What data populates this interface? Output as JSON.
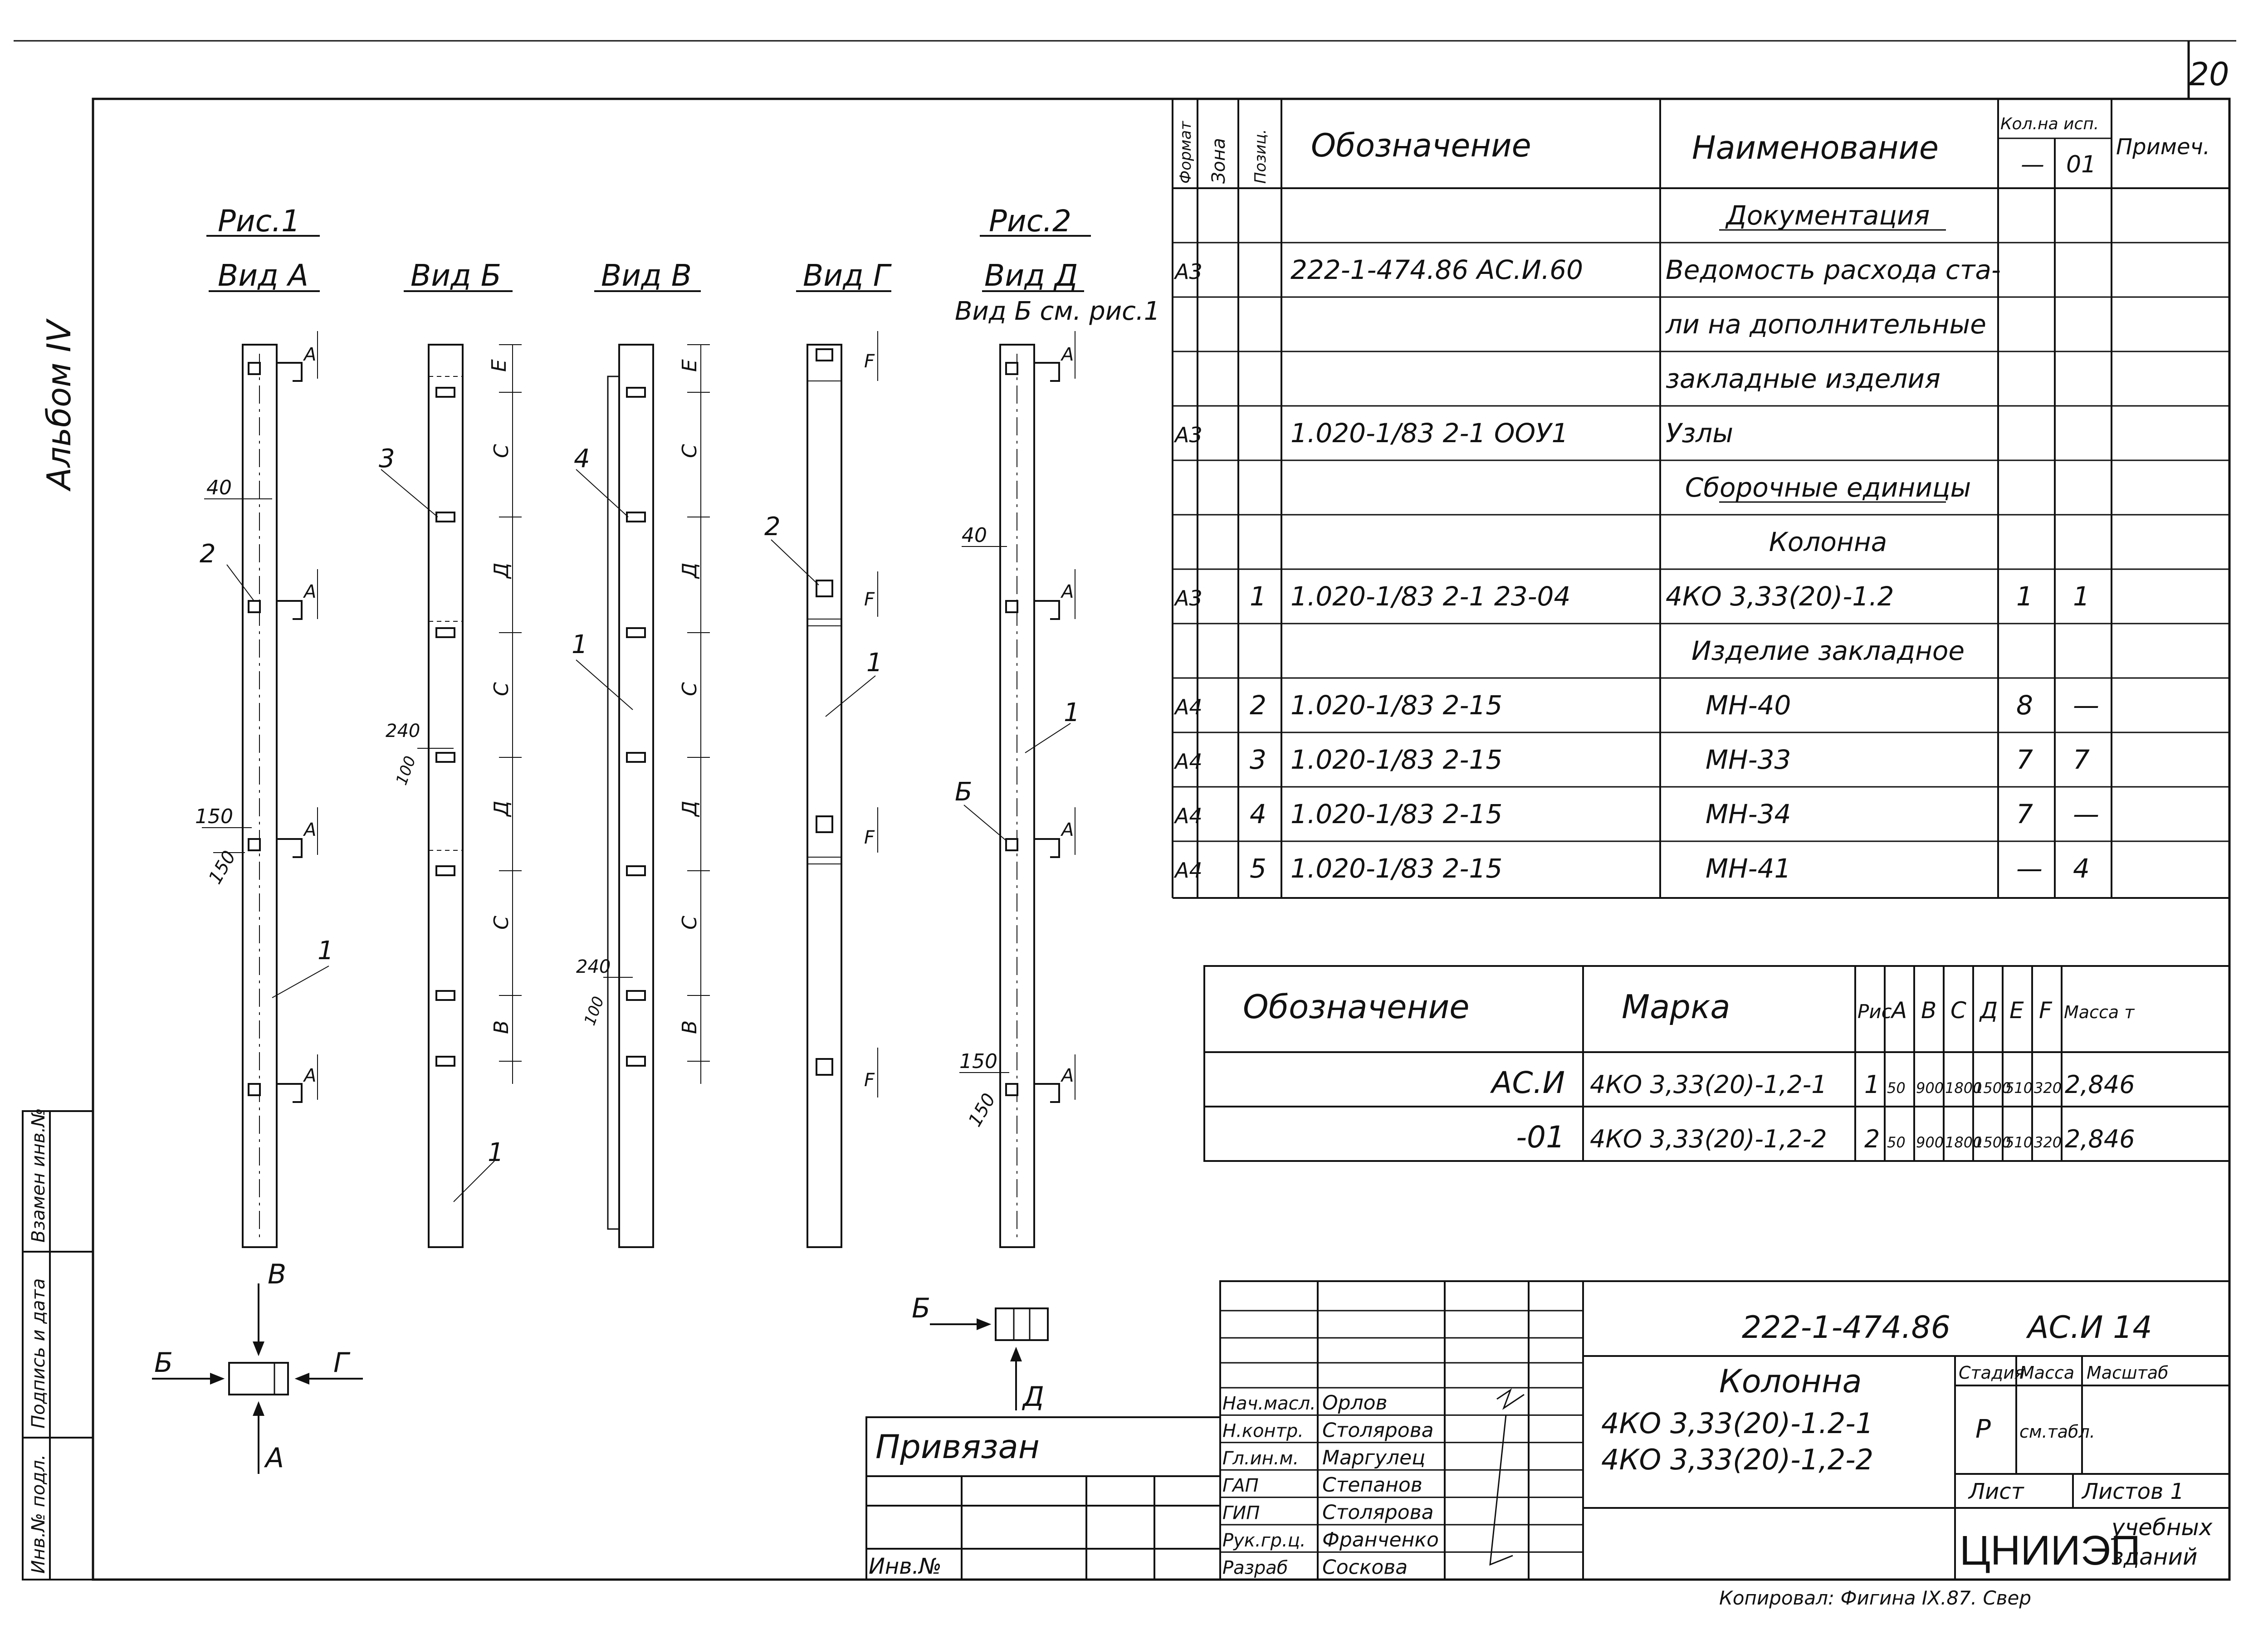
{
  "sheet_number": "20",
  "album": "Альбом IV",
  "figures": {
    "fig1": "Рис.1",
    "fig2": "Рис.2",
    "view_a": "Вид А",
    "view_b": "Вид Б",
    "view_v": "Вид В",
    "view_g": "Вид Г",
    "view_d": "Вид Д",
    "view_d_note": "Вид Б см. рис.1"
  },
  "dims": {
    "d40": "40",
    "d150": "150",
    "d240": "240",
    "d100": "100",
    "lA": "А",
    "lB": "В",
    "lC": "С",
    "lD": "Д",
    "lE": "Е",
    "lF": "F"
  },
  "positions": {
    "p1": "1",
    "p2": "2",
    "p3": "3",
    "p4": "4",
    "pB": "Б"
  },
  "plan_arrows": {
    "b": "Б",
    "g": "Г",
    "a": "А",
    "v": "В",
    "d": "Д"
  },
  "spec": {
    "headers": {
      "format": "Формат",
      "zone": "Зона",
      "pos": "Позиц.",
      "designation": "Обозначение",
      "name": "Наименование",
      "qty": "Кол.на исп.",
      "qty_dash": "—",
      "qty_01": "01",
      "note": "Примеч."
    },
    "rows": [
      {
        "format": "",
        "pos": "",
        "designation": "",
        "name": "Документация",
        "q1": "",
        "q2": ""
      },
      {
        "format": "А3",
        "pos": "",
        "designation": "222-1-474.86 АС.И.60",
        "name": "Ведомость расхода ста-",
        "q1": "",
        "q2": ""
      },
      {
        "format": "",
        "pos": "",
        "designation": "",
        "name": "ли на дополнительные",
        "q1": "",
        "q2": ""
      },
      {
        "format": "",
        "pos": "",
        "designation": "",
        "name": "закладные изделия",
        "q1": "",
        "q2": ""
      },
      {
        "format": "А3",
        "pos": "",
        "designation": "1.020-1/83 2-1 ООУ1",
        "name": "Узлы",
        "q1": "",
        "q2": ""
      },
      {
        "format": "",
        "pos": "",
        "designation": "",
        "name": "Сборочные единицы",
        "q1": "",
        "q2": ""
      },
      {
        "format": "",
        "pos": "",
        "designation": "",
        "name": "Колонна",
        "q1": "",
        "q2": ""
      },
      {
        "format": "А3",
        "pos": "1",
        "designation": "1.020-1/83 2-1 23-04",
        "name": "4КО 3,33(20)-1.2",
        "q1": "1",
        "q2": "1"
      },
      {
        "format": "",
        "pos": "",
        "designation": "",
        "name": "Изделие закладное",
        "q1": "",
        "q2": ""
      },
      {
        "format": "А4",
        "pos": "2",
        "designation": "1.020-1/83 2-15",
        "name": "МН-40",
        "q1": "8",
        "q2": "—"
      },
      {
        "format": "А4",
        "pos": "3",
        "designation": "1.020-1/83 2-15",
        "name": "МН-33",
        "q1": "7",
        "q2": "7"
      },
      {
        "format": "А4",
        "pos": "4",
        "designation": "1.020-1/83 2-15",
        "name": "МН-34",
        "q1": "7",
        "q2": "—"
      },
      {
        "format": "А4",
        "pos": "5",
        "designation": "1.020-1/83 2-15",
        "name": "МН-41",
        "q1": "—",
        "q2": "4"
      }
    ]
  },
  "marks": {
    "headers": {
      "designation": "Обозначение",
      "mark": "Марка",
      "fig": "Рис",
      "A": "А",
      "B": "В",
      "C": "С",
      "D": "Д",
      "E": "Е",
      "F": "F",
      "mass": "Масса т"
    },
    "rows": [
      {
        "designation": "АС.И",
        "mark": "4КО 3,33(20)-1,2-1",
        "fig": "1",
        "A": "50",
        "B": "900",
        "C": "1800",
        "D": "1500",
        "E": "510",
        "F": "320",
        "mass": "2,846"
      },
      {
        "designation": "-01",
        "mark": "4КО 3,33(20)-1,2-2",
        "fig": "2",
        "A": "50",
        "B": "900",
        "C": "1800",
        "D": "1500",
        "E": "510",
        "F": "320",
        "mass": "2,846"
      }
    ]
  },
  "left_strip": {
    "inv_podl": "Инв.№ подл.",
    "podpis": "Подпись и дата",
    "vzam": "Взамен инв.№"
  },
  "binding": {
    "title": "Привязан",
    "inv": "Инв.№"
  },
  "title_block": {
    "doc_code": "222-1-474.86",
    "sheet_code": "АС.И 14",
    "object": "Колонна",
    "mark1": "4КО 3,33(20)-1.2-1",
    "mark2": "4КО 3,33(20)-1,2-2",
    "stage_h": "Стадия",
    "mass_h": "Масса",
    "scale_h": "Масштаб",
    "stage": "Р",
    "mass": "см.табл.",
    "sheet_h": "Лист",
    "sheets_h": "Листов 1",
    "org": "ЦНИИЭП",
    "org_sub1": "учебных",
    "org_sub2": "зданий",
    "roles": [
      {
        "role": "Нач.масл.",
        "name": "Орлов"
      },
      {
        "role": "Н.контр.",
        "name": "Столярова"
      },
      {
        "role": "Гл.ин.м.",
        "name": "Маргулец"
      },
      {
        "role": "ГАП",
        "name": "Степанов"
      },
      {
        "role": "ГИП",
        "name": "Столярова"
      },
      {
        "role": "Рук.гр.ц.",
        "name": "Франченко"
      },
      {
        "role": "Разраб",
        "name": "Соскова"
      }
    ]
  },
  "footer": "Копировал: Фигина IX.87. Свер"
}
